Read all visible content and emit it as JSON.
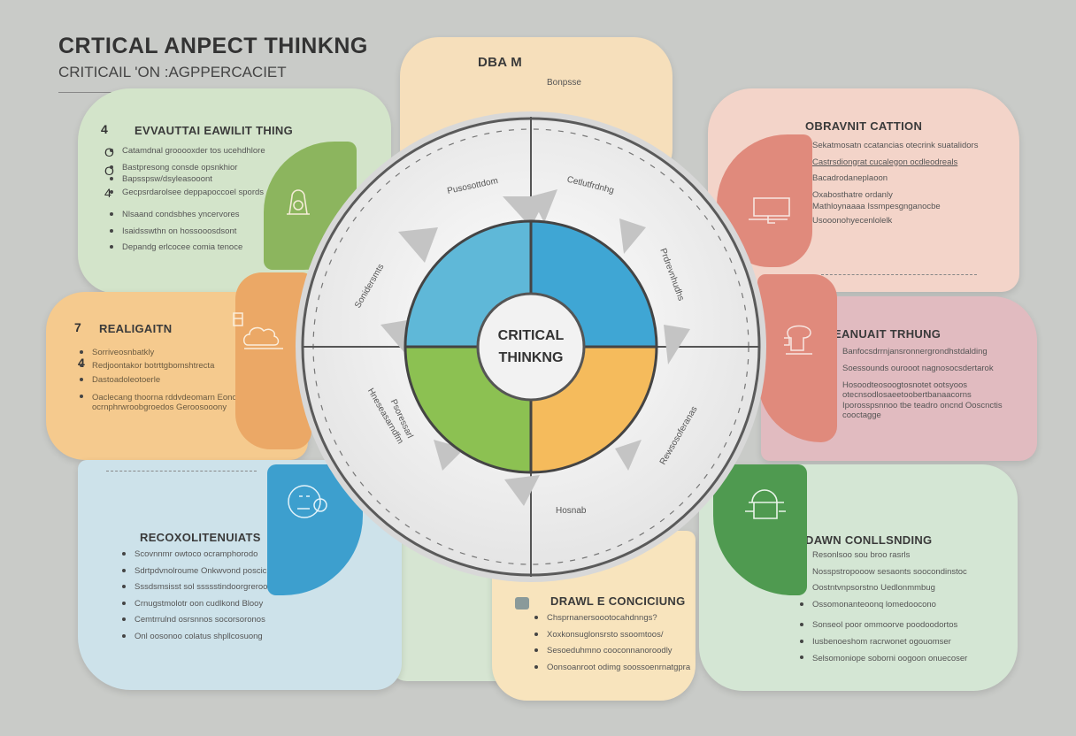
{
  "title": "CRTICAL ANPECT THINKNG",
  "subtitle": "CRITICAIL 'ON :AGPPERCACIET",
  "center": {
    "line1": "CRITICAL",
    "line2": "THINKNG"
  },
  "colors": {
    "blue": "#3fa6d4",
    "green": "#8cc152",
    "orange": "#f5bb5c",
    "gray": "#e9e9e9"
  },
  "top_panel": {
    "heading": "DBA M",
    "note": "Bonpsse"
  },
  "ring_labels": [
    "Pusosottdom",
    "Cetlutfrdnhg",
    "Prdrevnhudhs",
    "Sonidersmts",
    "Hneseasarndfm",
    "Rewsosoferanas",
    "Hosnab",
    "Psoressarl"
  ],
  "panels": [
    {
      "id": "evaluate",
      "num": "4",
      "heading": "EVVAUTTAI EAWILIT THING",
      "markers": [
        "O",
        "O",
        "4"
      ],
      "items": [
        "Catamdnal grooooxder tos ucehdhlore",
        "Bastpresong consde opsnkhior",
        "Bapsspsw/dsyleasooont",
        "Gecpsrdarolsee deppapoccoel spords",
        "Nlsaand condsbhes yncervores",
        "Isaidsswthn on hossooosdsont",
        "Depandg erlcocee comia tenoce"
      ],
      "icon": "camera-icon"
    },
    {
      "id": "observation",
      "heading": "OBRAVNIT CATTION",
      "items": [
        "Sekatmosatn ccatancias otecrink suatalidors",
        "Castrsdiongrat cucalegon ocdleodreals",
        "Bacadrodaneplaoon",
        "Oxabosthatre ordanly",
        "Mathloynaaaa Issmpesgnganocbe",
        "Usooonohyecenlolelk"
      ],
      "icon": "laptop-icon"
    },
    {
      "id": "reasoning",
      "num": "7",
      "heading": "REALIGAITN",
      "markers": [
        "",
        "4",
        "",
        ""
      ],
      "items": [
        "Sorriveosnbatkly",
        "Redjoontakor botrttgbomshtrecta",
        "Dastoadoleotoerle",
        "Oaclecang thoorna rddvdeomarn Eonot ocrnphrwroobgroedos Geroosooony"
      ],
      "icon": "brain-icon"
    },
    {
      "id": "evaluating",
      "heading": "EANUAIT TRHUNG",
      "items": [
        "Banfocsdrrnjansronnergrondhstdalding",
        "Soessounds ourooot nagnosocsdertarok",
        "Hosoodteosoogtosnotet ootsyoos otecnsodlosaeetoobertbanaacorns Iporosspsnnoo tbe teadro oncnd Ooscnctis cooctagge"
      ],
      "icon": "head-icon"
    },
    {
      "id": "recognize",
      "heading": "RECOXOLITENUIATS",
      "items": [
        "Scovnnmr owtoco ocramphorodo",
        "Sdrtpdvnolroume Onkwvond poscich",
        "Sssdsmsisst sol ssssstindoorgreroo",
        "Crnugstmolotr oon cudlkond Blooy",
        "Cemtrrulnd osrsnnos socorsoronos",
        "Onl oosonoo colatus shpllcosuong"
      ],
      "icon": "face-icon"
    },
    {
      "id": "drawing",
      "heading": "DRAWL E CONCICIUNG",
      "items": [
        "Chsprnanersoootocahdnngs?",
        "Xoxkonsuglonsrsto ssoomtoos/",
        "Sesoeduhmno cooconnanoroodly",
        "Oonsoanroot odimg soossoenrnatgpra"
      ],
      "icon": "chart-icon"
    },
    {
      "id": "conclusions",
      "heading": "DAWN CONLLSNDING",
      "items": [
        "Resonlsoo sou broo rasrls",
        "Nosspstropooow sesaonts soocondinstoc",
        "Oostntvnpsorstno Uedlonmmbug",
        "Ossomonanteoonq lomedoocono",
        "Sonseol poor ommoorve poodoodortos",
        "Iusbenoeshom racrwonet ogouomser",
        "Selsomoniope soborni oogoon onuecoser"
      ],
      "icon": "pot-icon"
    }
  ]
}
